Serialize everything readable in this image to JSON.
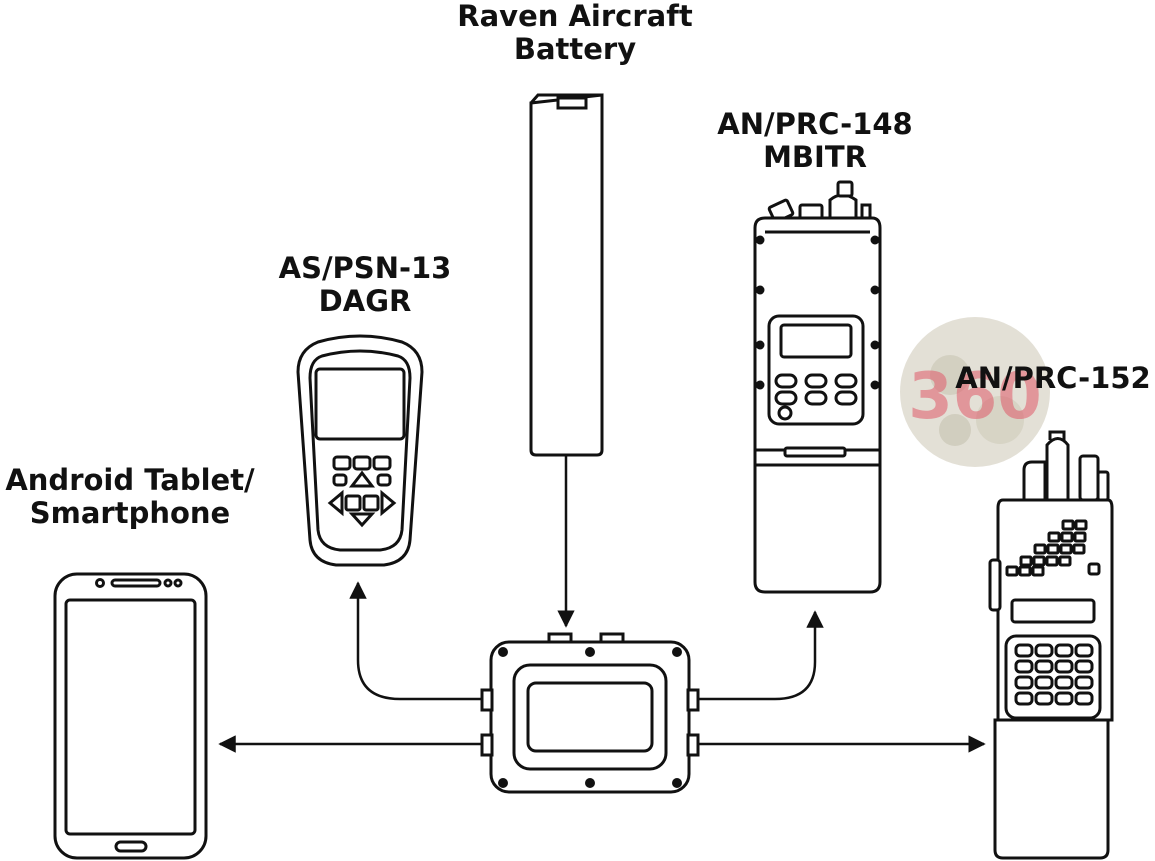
{
  "labels": {
    "battery": [
      "Raven Aircraft",
      "Battery"
    ],
    "prc148": [
      "AN/PRC-148",
      "MBITR"
    ],
    "dagr": [
      "AS/PSN-13",
      "DAGR"
    ],
    "prc152": [
      "AN/PRC-152"
    ],
    "tablet": [
      "Android Tablet/",
      "Smartphone"
    ]
  },
  "watermark": {
    "text": "360",
    "color": "#e05a6a"
  },
  "colors": {
    "stroke": "#111111",
    "background": "#ffffff",
    "watermark_disc": "#d9d6c8"
  }
}
